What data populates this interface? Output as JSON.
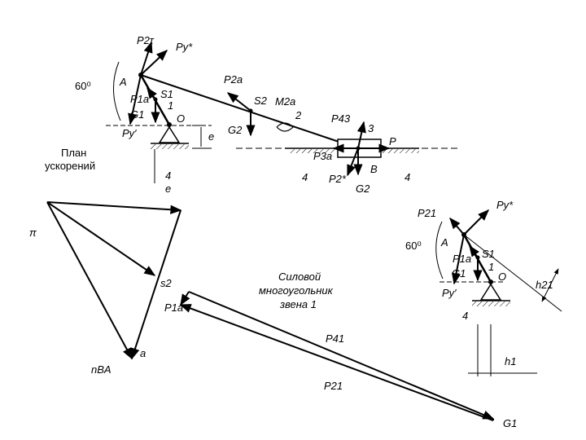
{
  "mechanism": {
    "p2_tau": "P2τ",
    "py_star": "Py*",
    "angle_60": "60⁰",
    "point_a": "A",
    "p1_a": "P1a",
    "s1": "S1",
    "g1": "G1",
    "link1": "1",
    "point_o": "O",
    "py_prime": "Py′",
    "p2_a": "P2a",
    "s2": "S2",
    "m2_a": "M2a",
    "link2": "2",
    "g2_label": "G2",
    "e_label": "e",
    "p43": "P43",
    "link3": "3",
    "p_label": "P",
    "p3_a": "P3a",
    "point_b": "B",
    "four_left": "4",
    "four_mid": "4",
    "four_right": "4",
    "p2_star": "P2*",
    "g2_bottom": "G2",
    "e_lower": "e"
  },
  "accel_plan": {
    "title_line1": "План",
    "title_line2": "ускорений",
    "pi": "π",
    "s2": "s2",
    "a": "a",
    "n_ba": "nBA"
  },
  "force_polygon": {
    "title_line1": "Силовой",
    "title_line2": "многоугольник",
    "title_line3": "звена 1",
    "p1_a": "P1a",
    "p41": "P41",
    "p21": "P21",
    "g1": "G1"
  },
  "link1_detail": {
    "p21": "P21",
    "py_star": "Py*",
    "angle_60": "60⁰",
    "point_a": "A",
    "p1_a": "P1a",
    "s1": "S1",
    "g1": "G1",
    "link1": "1",
    "point_o": "O",
    "py_prime": "Py′",
    "h21": "h21",
    "four": "4",
    "h1": "h1"
  }
}
